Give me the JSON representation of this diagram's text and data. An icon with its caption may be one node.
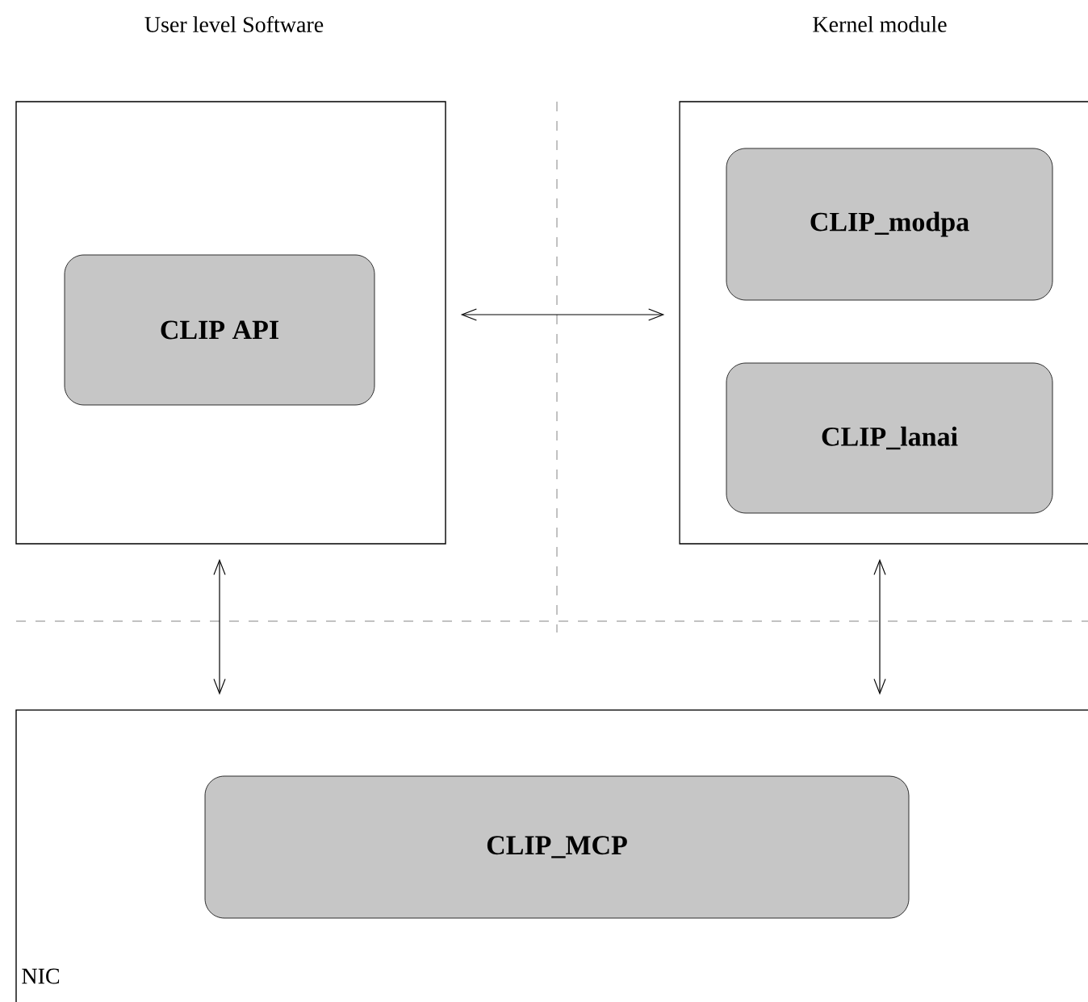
{
  "diagram": {
    "nodes": [
      {
        "text": [
          "User level Software"
        ]
      },
      {
        "text": [
          "CLIP API"
        ],
        "in": 0
      },
      {
        "text": [
          "Kernel module"
        ]
      },
      {
        "text": [
          "CLIP_modpa"
        ],
        "in": 2
      },
      {
        "text": [
          "CLIP_lanai"
        ],
        "in": 2
      },
      {
        "text": [
          "NIC"
        ]
      },
      {
        "text": [
          "CLIP_MCP"
        ],
        "in": 5
      }
    ],
    "edges": [
      {
        "from": 0,
        "to": 2,
        "arrow": "both"
      },
      {
        "from": 0,
        "to": 5,
        "arrow": "both"
      },
      {
        "from": 2,
        "to": 5,
        "arrow": "both"
      }
    ]
  }
}
